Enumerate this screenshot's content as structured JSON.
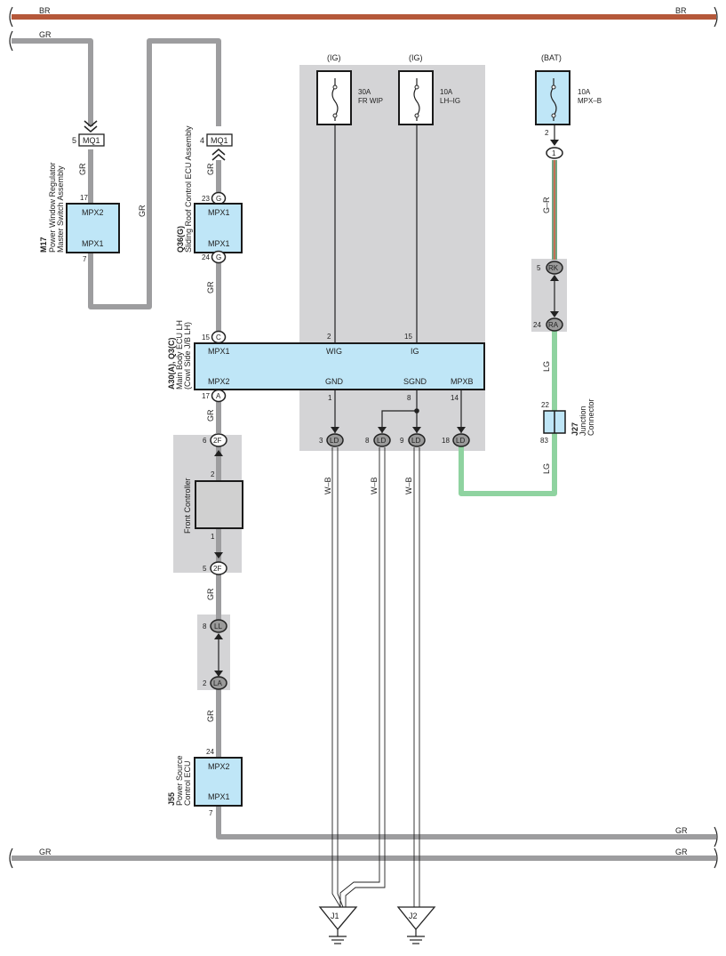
{
  "wire_colors": {
    "br": "BR",
    "gr": "GR",
    "lg": "LG",
    "wb": "W–B",
    "gr_r": "G–R"
  },
  "fuses": [
    {
      "source": "(IG)",
      "rating": "30A",
      "name": "FR WIP"
    },
    {
      "source": "(IG)",
      "rating": "10A",
      "name": "LH–IG"
    },
    {
      "source": "(BAT)",
      "rating": "10A",
      "name": "MPX–B"
    }
  ],
  "components": {
    "m17": {
      "code": "M17",
      "name1": "Power Window Regulator",
      "name2": "Master Switch Assembly",
      "term_top": "MPX2",
      "term_bot": "MPX1",
      "pin_top": "17",
      "pin_bot": "7"
    },
    "q36": {
      "code": "Q36(G)",
      "name1": "Sliding Roof Control ECU Assembly",
      "term_top": "MPX1",
      "term_bot": "MPX1",
      "pin_top": "23",
      "pin_bot": "24",
      "conn_top": "G",
      "conn_bot": "G"
    },
    "main_body": {
      "code": "A30(A), Q3(C)",
      "name1": "Main Body ECU LH",
      "name2": "(Cowl Side J/B LH)",
      "terms": {
        "mpx1": "MPX1",
        "wig": "WIG",
        "ig": "IG",
        "mpx2": "MPX2",
        "gnd": "GND",
        "sgnd": "SGND",
        "mpxb": "MPXB"
      },
      "pins": {
        "mpx1": "15",
        "wig": "2",
        "ig": "15",
        "mpx2": "17",
        "gnd": "1",
        "sgnd": "8",
        "mpxb": "14"
      },
      "conns": {
        "mpx1": "C",
        "mpx2": "A"
      }
    },
    "front_controller": {
      "name": "Front Controller",
      "pin_top": "2",
      "pin_bot": "1"
    },
    "j55": {
      "code": "J55",
      "name1": "Power Source",
      "name2": "Control ECU",
      "term_top": "MPX2",
      "term_bot": "MPX1",
      "pin_top": "24",
      "pin_bot": "7"
    },
    "j27": {
      "code": "J27",
      "name1": "Junction",
      "name2": "Connector",
      "pin_top": "22",
      "pin_bot": "83"
    }
  },
  "connectors": {
    "mq1_a": {
      "pin": "5",
      "label": "MQ1"
    },
    "mq1_b": {
      "pin": "4",
      "label": "MQ1"
    },
    "f2_top": {
      "pin": "6",
      "label": "2F"
    },
    "f2_bot": {
      "pin": "5",
      "label": "2F"
    },
    "ll": {
      "pin": "8",
      "label": "LL"
    },
    "la": {
      "pin": "2",
      "label": "LA"
    },
    "ld": [
      {
        "pin": "3",
        "label": "LD"
      },
      {
        "pin": "8",
        "label": "LD"
      },
      {
        "pin": "9",
        "label": "LD"
      },
      {
        "pin": "18",
        "label": "LD"
      }
    ],
    "fuse_out": {
      "pin": "2",
      "label": "1"
    },
    "rk": {
      "pin": "5",
      "label": "RK"
    },
    "ra": {
      "pin": "24",
      "label": "RA"
    }
  },
  "grounds": [
    "J1",
    "J2"
  ]
}
